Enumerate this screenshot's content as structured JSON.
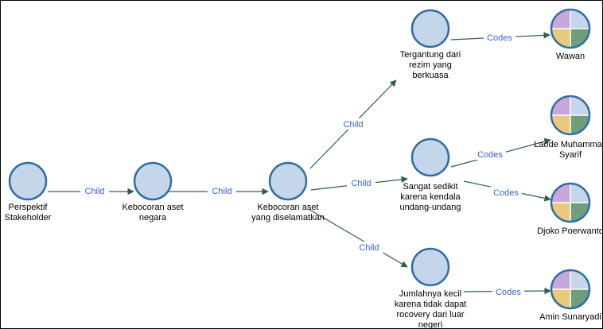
{
  "colors": {
    "node_fill": "#c5d5ea",
    "node_border": "#2e6ea6",
    "edge": "#2d5f4f",
    "edge_label": "#3366cc",
    "code_quadrants": [
      "#c8a8dc",
      "#c5d5ea",
      "#e8c87a",
      "#6e9e7c"
    ]
  },
  "nodes": {
    "perspektif": {
      "lines": [
        "Perspektif",
        "Stakeholder"
      ]
    },
    "kebocoran_aset_negara": {
      "lines": [
        "Kebocoran aset",
        "negara"
      ]
    },
    "kebocoran_diselamatkan": {
      "lines": [
        "Kebocoran aset",
        "yang diselamatkan"
      ]
    },
    "tergantung": {
      "lines": [
        "Tergantung dari",
        "rezim yang",
        "berkuasa"
      ]
    },
    "sangat_sedikit": {
      "lines": [
        "Sangat sedikit",
        "karena kendala",
        "undang-undang"
      ]
    },
    "jumlahnya_kecil": {
      "lines": [
        "Jumlahnya kecil",
        "karena tidak dapat",
        "rocovery dari luar",
        "negeri"
      ]
    },
    "wawan": {
      "lines": [
        "Wawan"
      ]
    },
    "laode": {
      "lines": [
        "Laode Muhammad",
        "Syarif"
      ]
    },
    "djoko": {
      "lines": [
        "Djoko Poerwanto"
      ]
    },
    "amin": {
      "lines": [
        "Amin Sunaryadi"
      ]
    }
  },
  "edges": {
    "e1": "Child",
    "e2": "Child",
    "e3": "Child",
    "e4": "Child",
    "e5": "Child",
    "e6": "Codes",
    "e7": "Codes",
    "e8": "Codes",
    "e9": "Codes"
  }
}
